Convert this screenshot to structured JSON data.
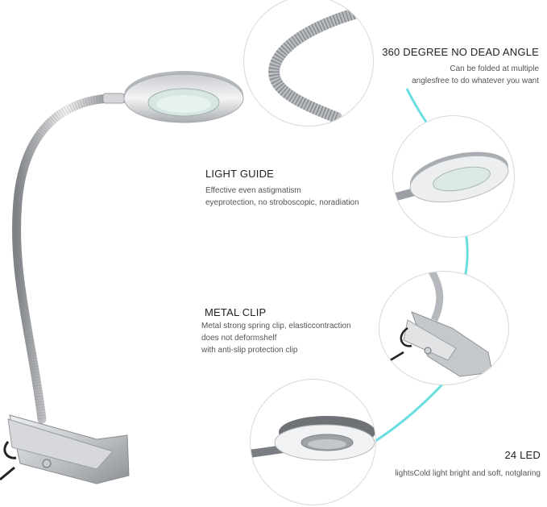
{
  "colors": {
    "accent_line": "#4fd8dc",
    "title_text": "#222222",
    "body_text": "#555555",
    "circle_border": "#d9d9d9",
    "metal_light": "#e8e9eb",
    "metal_dark": "#8f9296"
  },
  "features": [
    {
      "id": "angle",
      "title": "360 DEGREE NO DEAD ANGLE",
      "lines": [
        "Can be folded at multiple",
        "anglesfree to do whatever you want"
      ]
    },
    {
      "id": "light-guide",
      "title": "LIGHT GUIDE",
      "lines": [
        "Effective even astigmatism",
        "eyeprotection, no stroboscopic, noradiation"
      ]
    },
    {
      "id": "metal-clip",
      "title": "METAL CLIP",
      "lines": [
        "Metal strong spring clip, elasticcontraction",
        "does not deformshelf",
        "with anti-slip protection clip"
      ]
    },
    {
      "id": "led",
      "title": "24 LED",
      "lines": [
        "lightsCold light bright and soft, notglaring"
      ]
    }
  ],
  "callouts": [
    {
      "id": "gooseneck-detail",
      "icon": "gooseneck-icon"
    },
    {
      "id": "lamp-head-detail",
      "icon": "lamp-head-icon"
    },
    {
      "id": "clip-detail",
      "icon": "clip-icon"
    },
    {
      "id": "led-ring-detail",
      "icon": "led-ring-icon"
    }
  ]
}
